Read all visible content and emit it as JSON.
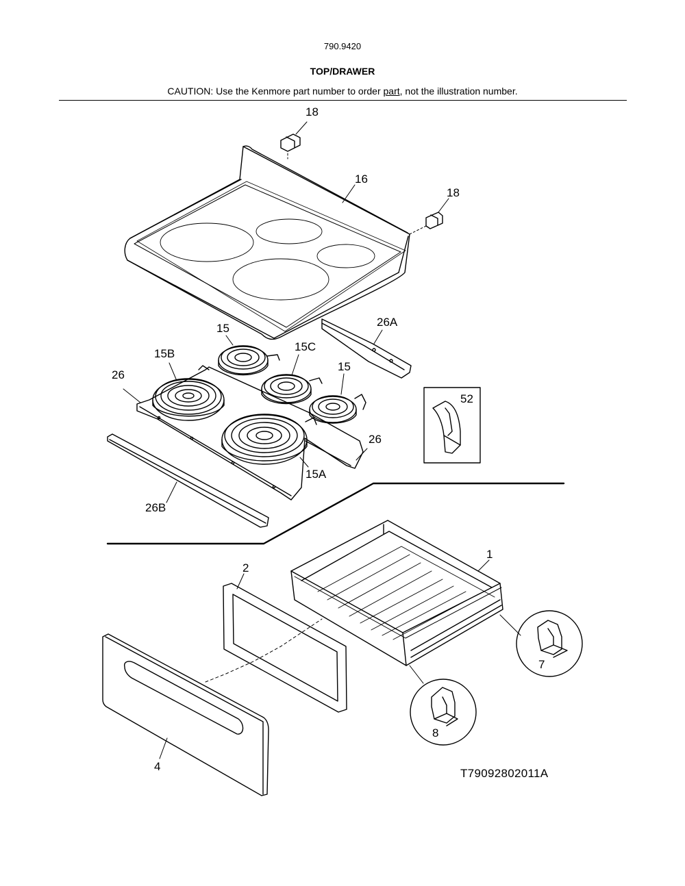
{
  "header": {
    "model": "790.9420",
    "section_title": "TOP/DRAWER",
    "caution_before": "CAUTION: Use the Kenmore part number to order ",
    "caution_link": "part",
    "caution_after": ", not the illustration number."
  },
  "labels": {
    "p18a": "18",
    "p16": "16",
    "p18b": "18",
    "p26a": "26A",
    "p15a_top": "15",
    "p15c": "15C",
    "p15b": "15B",
    "p15_right": "15",
    "p26_left": "26",
    "p52": "52",
    "p26_right": "26",
    "p15a": "15A",
    "p26b": "26B",
    "p1": "1",
    "p2": "2",
    "p7": "7",
    "p8": "8",
    "p4": "4"
  },
  "diagram_code": "T79092802011A"
}
